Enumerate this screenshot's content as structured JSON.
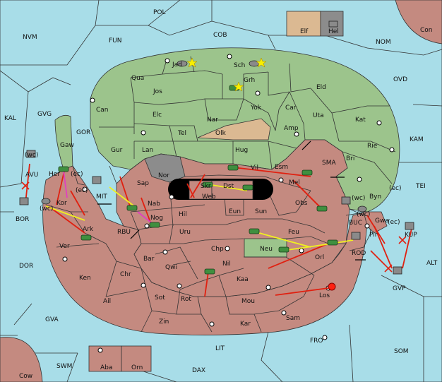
{
  "colors": {
    "sea": "#a8dde8",
    "green_power": "#9cc48c",
    "red_power": "#c48a80",
    "neutral": "#dbb992",
    "impassable": "#8c8c8c",
    "move_order": "#e02010",
    "support_order": "#f0f020",
    "convoy_order": "#e040c0"
  },
  "sea_labels": {
    "pol": "POL",
    "nvm": "NVM",
    "fun": "FUN",
    "cob": "COB",
    "nom": "NOM",
    "con": "Con",
    "ovd": "OVD",
    "kal": "KAL",
    "gvg": "GVG",
    "gor": "GOR",
    "kam": "KAM",
    "sma": "SMA",
    "tei": "TEI",
    "bor": "BOR",
    "mit": "MIT",
    "rbu": "RBU",
    "buc": "BUC",
    "rod": "ROD",
    "dor": "DOR",
    "alt": "ALT",
    "gvp": "GVP",
    "gva": "GVA",
    "fro": "FRO",
    "som": "SOM",
    "lit": "LIT",
    "swm": "SWM",
    "dax": "DAX",
    "cow": "Cow",
    "kup": "KUP",
    "avu": "AVU"
  },
  "land_labels": {
    "jad": "Jad",
    "sch": "Sch",
    "grh": "Grh",
    "qua": "Qua",
    "jos": "Jos",
    "can": "Can",
    "elc": "Elc",
    "nar": "Nar",
    "yok": "Yok",
    "car": "Car",
    "eld": "Eld",
    "uta": "Uta",
    "kat": "Kat",
    "amp": "Amp",
    "tel": "Tel",
    "olk": "Olk",
    "gur": "Gur",
    "lan": "Lan",
    "hug": "Hug",
    "rie": "Rie",
    "bri": "Bri",
    "gaw": "Gaw",
    "her": "Her",
    "nor": "Nor",
    "vil": "Vil",
    "esm": "Esm",
    "sap": "Sap",
    "skr": "Skr",
    "dst": "Dst",
    "web": "Web",
    "mel": "Mel",
    "byn": "Byn",
    "kor": "Kor",
    "nab": "Nab",
    "eun": "Eun",
    "sun": "Sun",
    "obs": "Obs",
    "gwa": "Gwa",
    "ark": "Ark",
    "nog": "Nog",
    "hil": "Hil",
    "uru": "Uru",
    "feu": "Feu",
    "pir": "Pir",
    "ver": "Ver",
    "bar": "Bar",
    "qwi": "Qwi",
    "chp": "Chp",
    "neu": "Neu",
    "orl": "Orl",
    "nil": "Nil",
    "ken": "Ken",
    "chr": "Chr",
    "kaa": "Kaa",
    "ail": "Ail",
    "sot": "Sot",
    "rot": "Rot",
    "mou": "Mou",
    "los": "Los",
    "zin": "Zin",
    "kar": "Kar",
    "sam": "Sam",
    "aba": "Aba",
    "orn": "Orn",
    "elf": "Elf",
    "hel": "Hel"
  },
  "coast_tags": {
    "wc1": "(wc)",
    "ec1": "(ec)",
    "wc2": "(wc)",
    "ec2": "(ec)",
    "wc3": "(wc)",
    "wc4": "(wc)",
    "ec3": "(ec)",
    "wc5": "(wc)",
    "ec4": "(ec)"
  }
}
